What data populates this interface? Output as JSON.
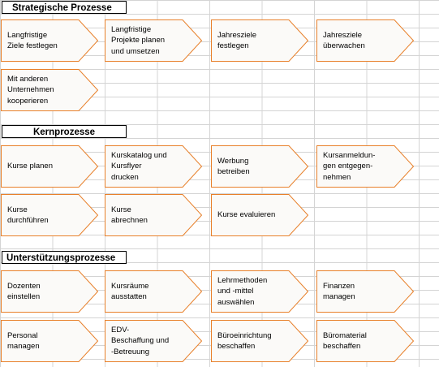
{
  "sections": {
    "strategic": "Strategische Prozesse",
    "core": "Kernprozesse",
    "support": "Unterstützungsprozesse"
  },
  "strategic": [
    "Langfristige\nZiele festlegen",
    "Langfristige\nProjekte planen\nund umsetzen",
    "Jahresziele\nfestlegen",
    "Jahresziele\nüberwachen",
    "Mit anderen\nUnternehmen\nkooperieren"
  ],
  "core": [
    "Kurse planen",
    "Kurskatalog und\nKursflyer\ndrucken",
    "Werbung\nbetreiben",
    "Kursanmeldun-\ngen entgegen-\nnehmen",
    "Kurse\ndurchführen",
    "Kurse\nabrechnen",
    "Kurse evaluieren"
  ],
  "support": [
    "Dozenten\neinstellen",
    "Kursräume\nausstatten",
    "Lehrmethoden\nund -mittel\nauswählen",
    "Finanzen\nmanagen",
    "Personal\nmanagen",
    "EDV-\nBeschaffung und\n-Betreuung",
    "Büroeinrichtung\nbeschaffen",
    "Büromaterial\nbeschaffen"
  ],
  "colors": {
    "chevron_stroke": "#e8802a",
    "chevron_fill": "#fbfaf8"
  }
}
